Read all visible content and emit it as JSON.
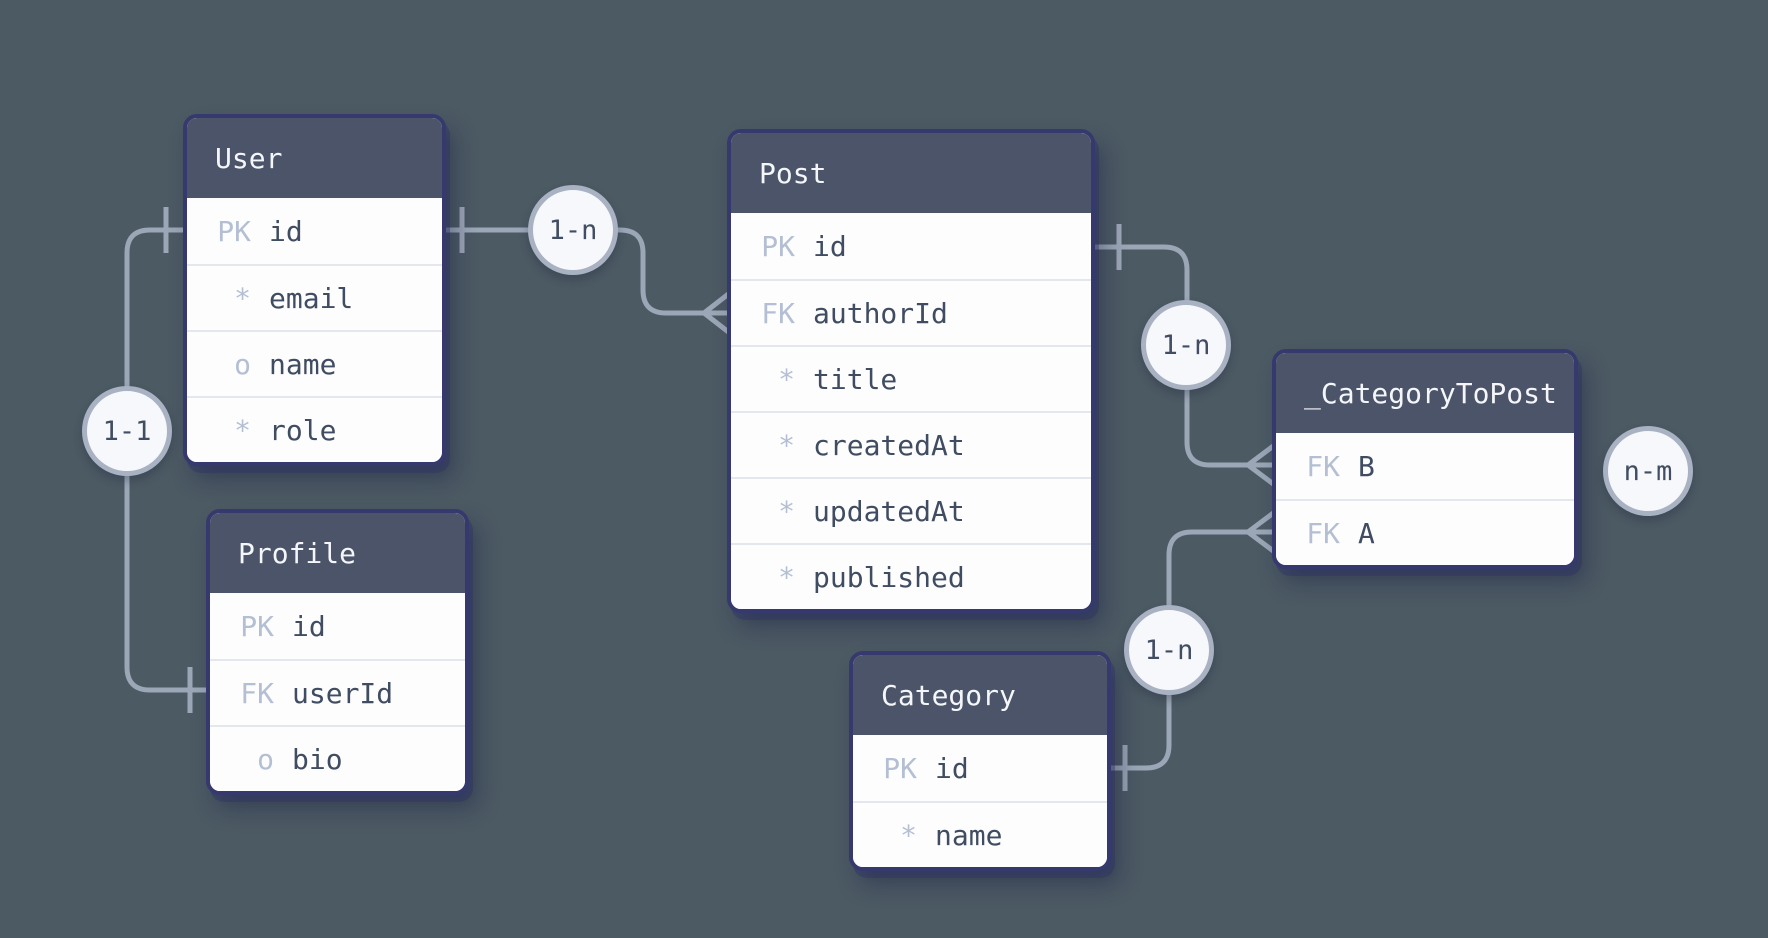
{
  "diagram": {
    "type": "entity-relationship-diagram",
    "palette": {
      "canvas_background": "#4c5a64",
      "table_header_bg": "#4b5468",
      "table_border": "#35396d",
      "table_row_bg": "#fdfdfe",
      "row_divider": "#e4e7ee",
      "prefix_color": "#b4bfd3",
      "field_color": "#3f4c61",
      "title_color": "#f4f6fa",
      "connector_color": "#9ba6b6",
      "bubble_fill": "#f7f8fb",
      "bubble_border": "#a8b2c2"
    }
  },
  "entities": [
    {
      "title": "User",
      "fields": [
        {
          "prefix": "PK",
          "name": "id"
        },
        {
          "prefix": "*",
          "name": "email"
        },
        {
          "prefix": "o",
          "name": "name"
        },
        {
          "prefix": "*",
          "name": "role"
        }
      ]
    },
    {
      "title": "Profile",
      "fields": [
        {
          "prefix": "PK",
          "name": "id"
        },
        {
          "prefix": "FK",
          "name": "userId"
        },
        {
          "prefix": "o",
          "name": "bio"
        }
      ]
    },
    {
      "title": "Post",
      "fields": [
        {
          "prefix": "PK",
          "name": "id"
        },
        {
          "prefix": "FK",
          "name": "authorId"
        },
        {
          "prefix": "*",
          "name": "title"
        },
        {
          "prefix": "*",
          "name": "createdAt"
        },
        {
          "prefix": "*",
          "name": "updatedAt"
        },
        {
          "prefix": "*",
          "name": "published"
        }
      ]
    },
    {
      "title": "Category",
      "fields": [
        {
          "prefix": "PK",
          "name": "id"
        },
        {
          "prefix": "*",
          "name": "name"
        }
      ]
    },
    {
      "title": "_CategoryToPost",
      "fields": [
        {
          "prefix": "FK",
          "name": "B"
        },
        {
          "prefix": "FK",
          "name": "A"
        }
      ]
    }
  ],
  "relationships": [
    {
      "label": "1-1",
      "from": "User.id",
      "to": "Profile.userId"
    },
    {
      "label": "1-n",
      "from": "User.id",
      "to": "Post.authorId"
    },
    {
      "label": "1-n",
      "from": "Post.id",
      "to": "_CategoryToPost.B"
    },
    {
      "label": "1-n",
      "from": "Category.id",
      "to": "_CategoryToPost.A"
    },
    {
      "label": "n-m",
      "from": "Category",
      "to": "Post"
    }
  ]
}
